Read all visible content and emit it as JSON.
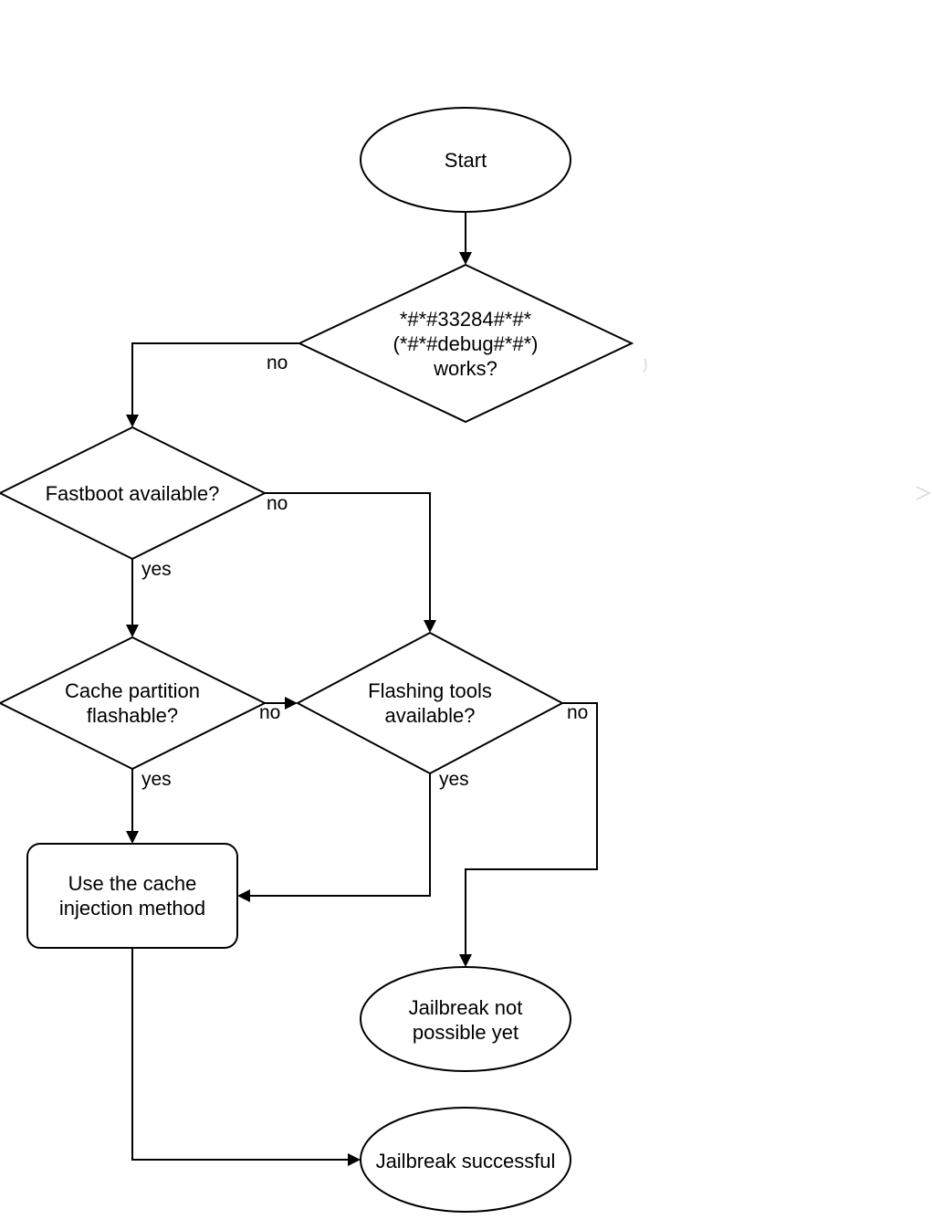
{
  "nodes": {
    "start": "Start",
    "debug_code": "*#*#33284#*#*\n(*#*#debug#*#*)\nworks?",
    "fastboot": "Fastboot available?",
    "cache_partition": "Cache partition\nflashable?",
    "flashing_tools": "Flashing tools\navailable?",
    "cache_injection": "Use the cache\ninjection method",
    "not_possible": "Jailbreak not\npossible yet",
    "successful": "Jailbreak successful"
  },
  "edges": {
    "debug_no": "no",
    "fastboot_no": "no",
    "fastboot_yes": "yes",
    "cache_no": "no",
    "cache_yes": "yes",
    "tools_no": "no",
    "tools_yes": "yes"
  },
  "style": {
    "stroke": "#000000",
    "fill": "#ffffff"
  }
}
